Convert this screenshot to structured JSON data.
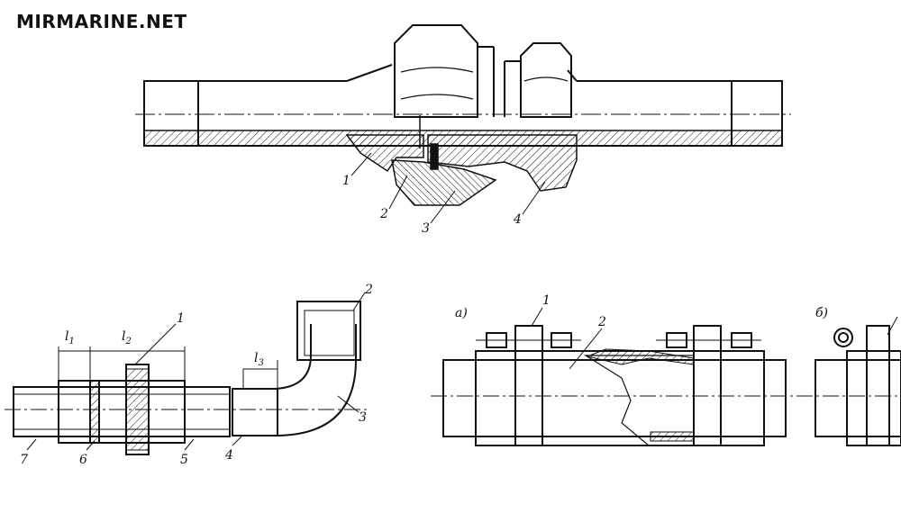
{
  "brand": {
    "watermark": "MIRMARINE.NET"
  },
  "top_figure": {
    "labels": [
      "1",
      "2",
      "3",
      "4"
    ]
  },
  "bottom_left_figure": {
    "dims": [
      "l",
      "1",
      "l",
      "2",
      "l",
      "3"
    ],
    "labels": [
      "1",
      "2",
      "3",
      "4",
      "5",
      "6",
      "7"
    ]
  },
  "bottom_right_figure": {
    "variant_a": "а)",
    "variant_b": "б)",
    "labels": [
      "1",
      "2"
    ]
  }
}
